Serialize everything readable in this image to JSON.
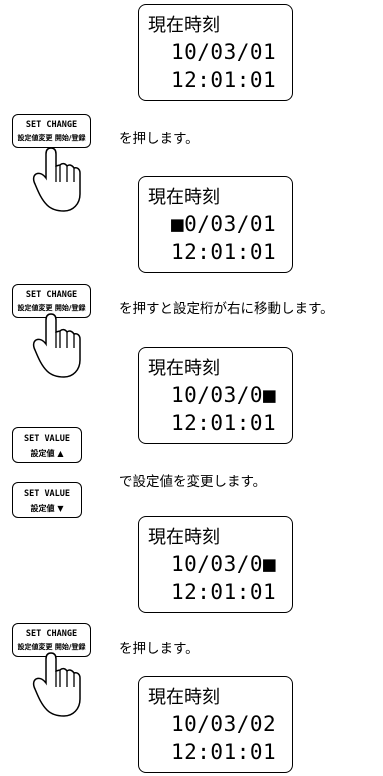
{
  "screens": [
    {
      "title": "現在時刻",
      "date": "10/03/01",
      "time": "12:01:01"
    },
    {
      "title": "現在時刻",
      "date": "■0/03/01",
      "time": "12:01:01"
    },
    {
      "title": "現在時刻",
      "date": "10/03/0■",
      "time": "12:01:01"
    },
    {
      "title": "現在時刻",
      "date": "10/03/0■",
      "time": "12:01:01"
    },
    {
      "title": "現在時刻",
      "date": "10/03/02",
      "time": "12:01:01"
    }
  ],
  "buttons": {
    "set_change": {
      "line1": "SET CHANGE",
      "line2": "設定値変更 開始/登録"
    },
    "set_value_up": {
      "line1": "SET VALUE",
      "line2": "設定値 ▲"
    },
    "set_value_down": {
      "line1": "SET VALUE",
      "line2": "設定値 ▼"
    }
  },
  "instructions": {
    "step1": "を押します。",
    "step2": "を押すと設定桁が右に移動します。",
    "step3": "で設定値を変更します。",
    "step4": "を押します。"
  }
}
